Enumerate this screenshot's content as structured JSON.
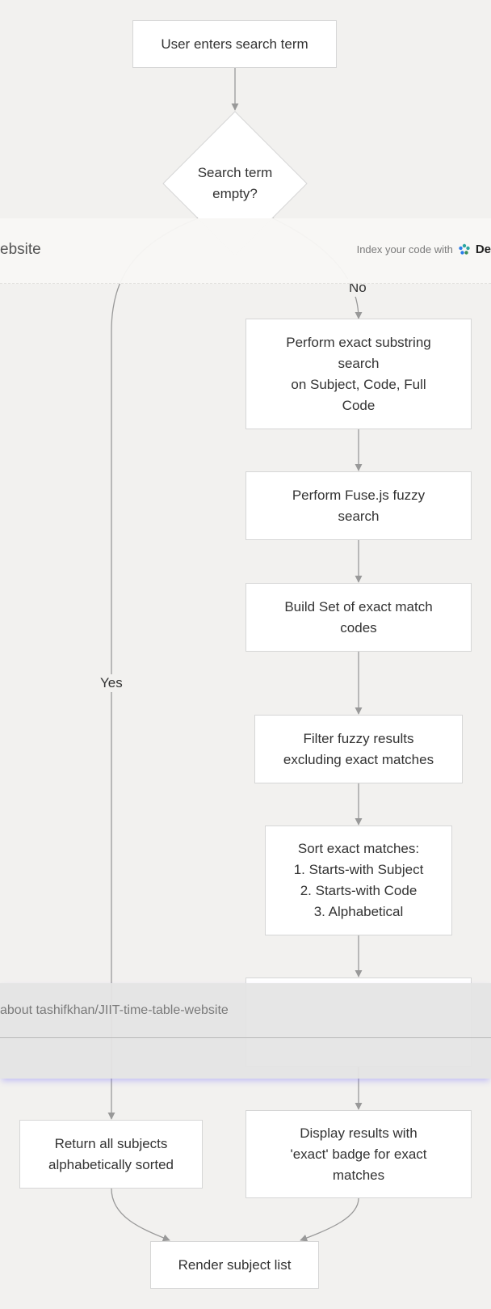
{
  "diagram": {
    "nodes": {
      "start": "User enters search term",
      "decision": "Search term\nempty?",
      "exact_search": "Perform exact substring\nsearch\non Subject, Code, Full\nCode",
      "fuzzy_search": "Perform Fuse.js fuzzy\nsearch",
      "build_set": "Build Set of exact match\ncodes",
      "filter": "Filter fuzzy results\nexcluding exact matches",
      "sort": "Sort exact matches:\n1. Starts-with Subject\n2. Starts-with Code\n3. Alphabetical",
      "return_all": "Return all subjects\nalphabetically sorted",
      "display": "Display results with\n'exact' badge for exact\nmatches",
      "render": "Render subject list"
    },
    "edge_labels": {
      "no": "No",
      "yes": "Yes"
    }
  },
  "header": {
    "repo_title_fragment": "ebsite",
    "index_prompt": "Index your code with",
    "brand_fragment": "De"
  },
  "ask_bar": {
    "placeholder_fragment": "about tashifkhan/JIIT-time-table-website"
  },
  "colors": {
    "canvas": "#f2f1ef",
    "node_border": "#d6d6d6",
    "edge": "#999999",
    "ask_glow": "#7c6cff"
  }
}
